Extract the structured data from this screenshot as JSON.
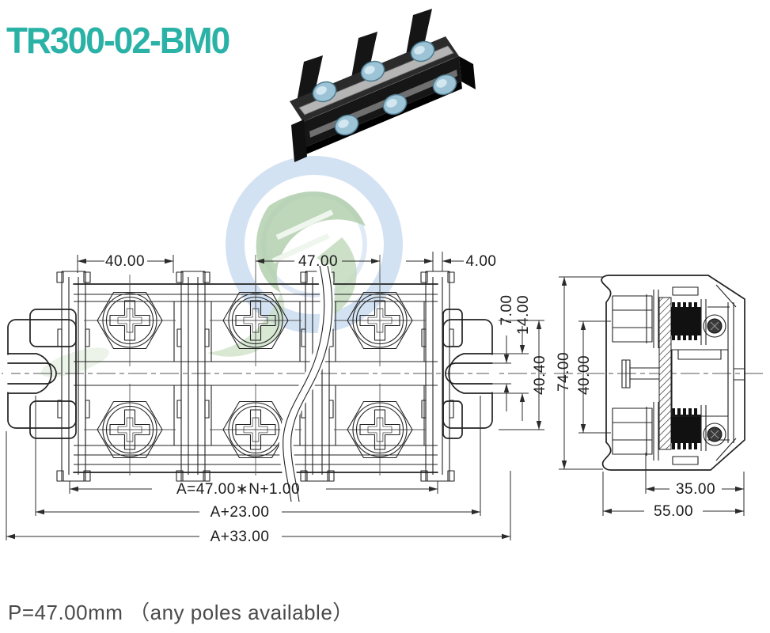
{
  "title": "TR300-02-BM0",
  "footer": "P=47.00mm （any poles available）",
  "front_view": {
    "dim_pole_width": "40.00",
    "dim_pitch": "47.00",
    "dim_end_plate": "4.00",
    "dim_slot_width": "7.00",
    "dim_slot_opening": "14.00",
    "dim_row_spacing": "40.40",
    "dim_length_formula": "A=47.00∗N+1.00",
    "dim_length_a23": "A+23.00",
    "dim_length_a33": "A+33.00"
  },
  "side_view": {
    "dim_height": "74.00",
    "dim_screw_spacing": "40.00",
    "dim_depth_inner": "35.00",
    "dim_depth": "55.00"
  },
  "colors": {
    "accent_teal": "#2bb2a7",
    "line": "#222222",
    "watermark_blue": "#cfdff2",
    "watermark_green": "#b5d2ae",
    "screw_blue": "#9cc3d6"
  }
}
